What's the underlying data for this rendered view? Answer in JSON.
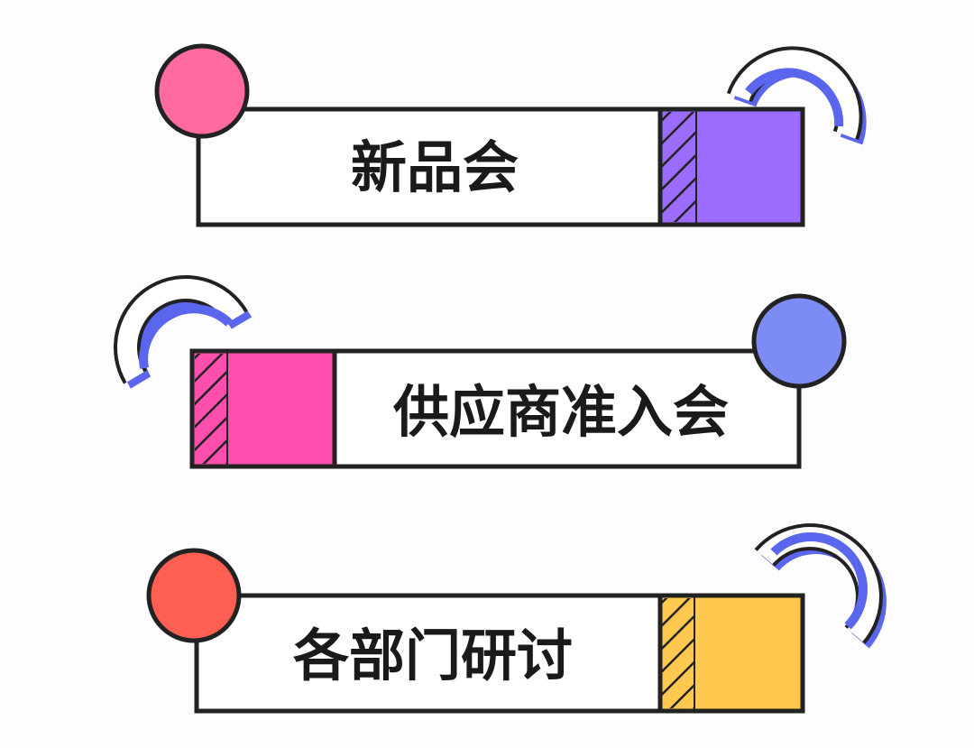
{
  "banners": [
    {
      "label": "新品会",
      "block_color": "#9b6cff",
      "dot_color": "#ff6aa1",
      "arc_color": "#5a66ee"
    },
    {
      "label": "供应商准入会",
      "block_color": "#ff4fae",
      "dot_color": "#7d8cf5",
      "arc_color": "#5a66ee"
    },
    {
      "label": "各部门研讨",
      "block_color": "#ffc94f",
      "dot_color": "#ff5f52",
      "arc_color": "#5a66ee"
    }
  ]
}
